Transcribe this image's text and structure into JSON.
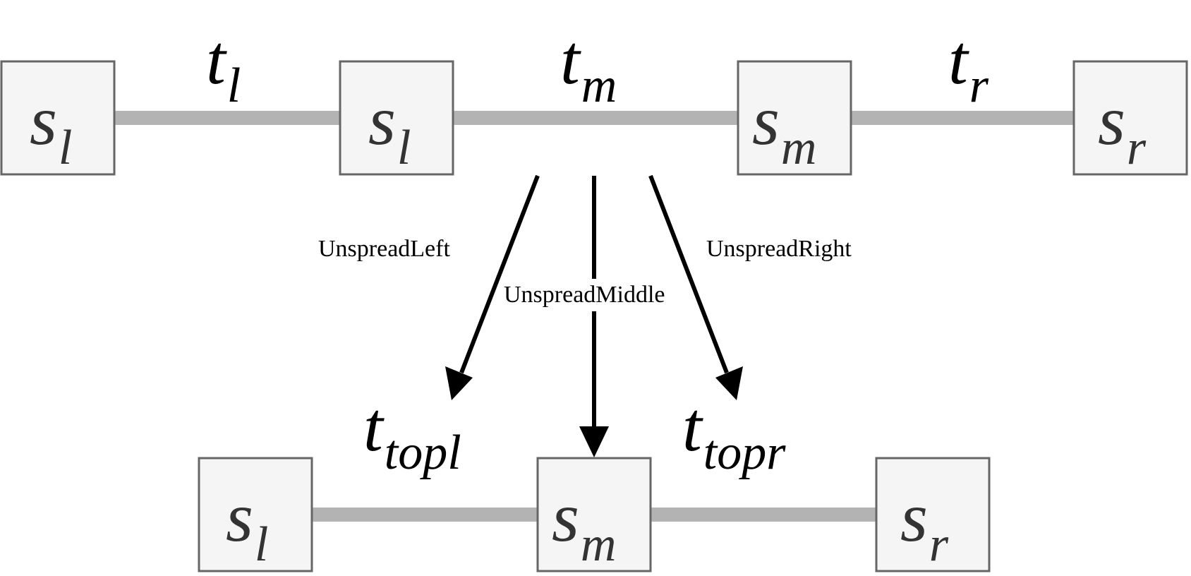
{
  "top_row": {
    "nodes": [
      {
        "main": "s",
        "sub": "l"
      },
      {
        "main": "s",
        "sub": "l"
      },
      {
        "main": "s",
        "sub": "m"
      },
      {
        "main": "s",
        "sub": "r"
      }
    ],
    "edges": [
      {
        "main": "t",
        "sub": "l"
      },
      {
        "main": "t",
        "sub": "m"
      },
      {
        "main": "t",
        "sub": "r"
      }
    ]
  },
  "bottom_row": {
    "nodes": [
      {
        "main": "s",
        "sub": "l"
      },
      {
        "main": "s",
        "sub": "m"
      },
      {
        "main": "s",
        "sub": "r"
      }
    ],
    "edges": [
      {
        "main": "t",
        "sub": "topl"
      },
      {
        "main": "t",
        "sub": "topr"
      }
    ]
  },
  "operations": {
    "left": "UnspreadLeft",
    "middle": "UnspreadMiddle",
    "right": "UnspreadRight"
  },
  "colors": {
    "node_fill": "#f5f5f5",
    "node_stroke": "#666666",
    "edge_line": "#b3b3b3",
    "arrow": "#000000"
  }
}
